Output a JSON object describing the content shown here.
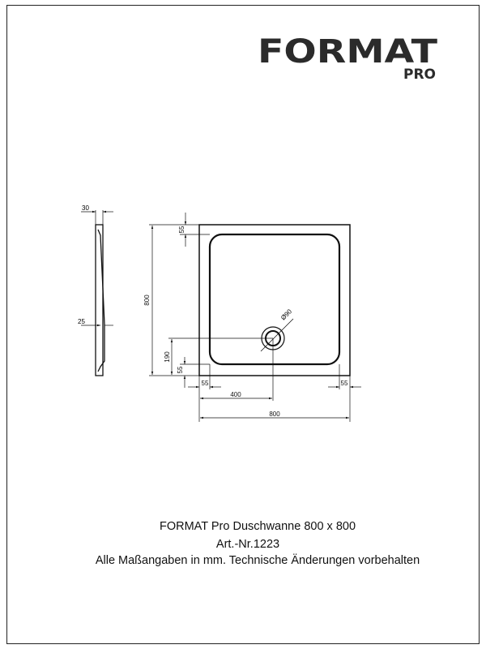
{
  "logo": {
    "brand": "FORMAT",
    "sub": "PRO",
    "dark_color": "#2b2b2b",
    "light_color": "#9a9a9a"
  },
  "dimensions": {
    "side_top_thickness": "30",
    "side_bottom_offset": "25",
    "height": "800",
    "top_rim": "55",
    "drain_from_bottom": "190",
    "bottom_rim": "55",
    "left_rim": "55",
    "drain_from_left": "400",
    "width": "800",
    "right_rim": "55",
    "drain_diameter": "Ø90"
  },
  "caption": {
    "title": "FORMAT Pro Duschwanne  800 x 800",
    "article": "Art.-Nr.1223",
    "note": "Alle Maßangaben in mm. Technische Änderungen vorbehalten"
  }
}
